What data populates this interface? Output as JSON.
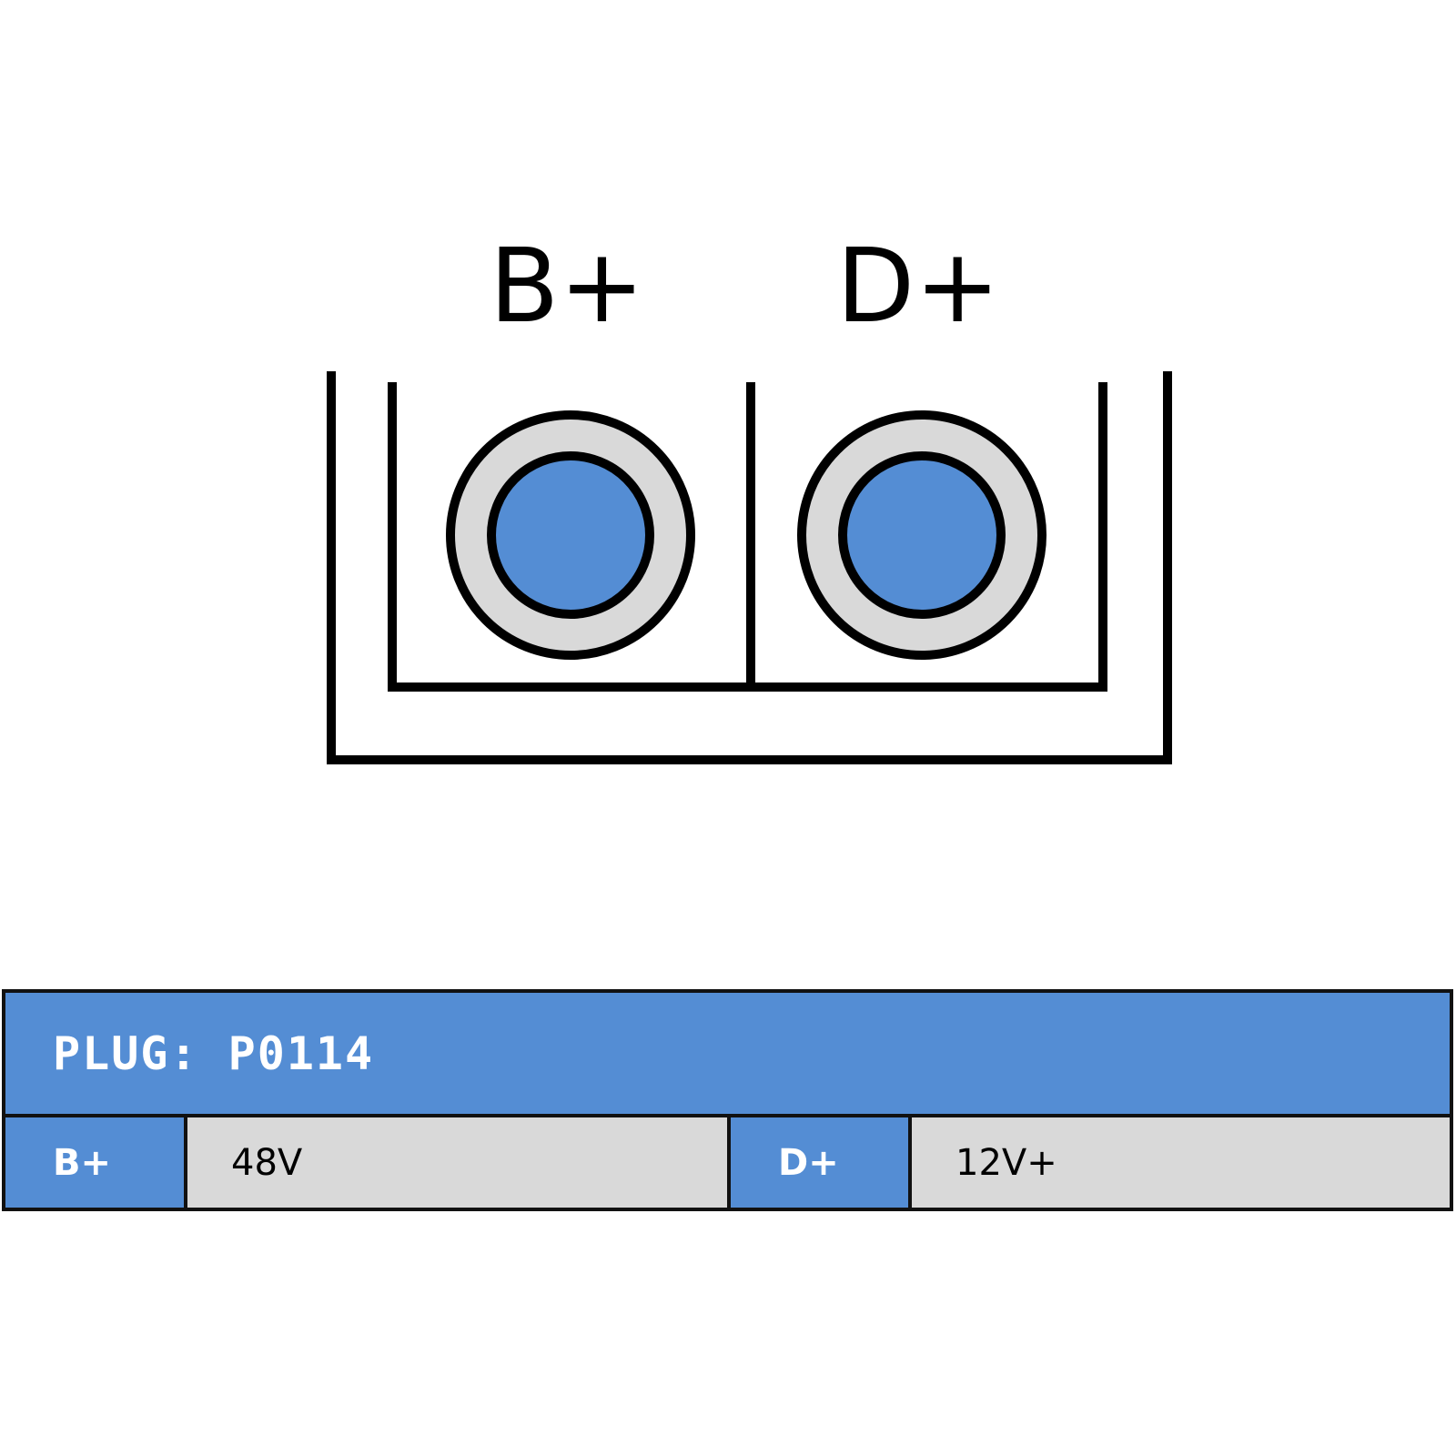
{
  "diagram": {
    "pins": [
      {
        "label": "B+"
      },
      {
        "label": "D+"
      }
    ],
    "colors": {
      "pin_core": "#548dd4",
      "pin_ring": "#d9d9d9",
      "stroke": "#000000"
    }
  },
  "table": {
    "title": "PLUG: P0114",
    "rows": [
      {
        "pin": "B+",
        "value": "48V"
      },
      {
        "pin": "D+",
        "value": "12V+"
      }
    ],
    "colors": {
      "header_bg": "#548dd4",
      "value_bg": "#d9d9d9"
    }
  }
}
